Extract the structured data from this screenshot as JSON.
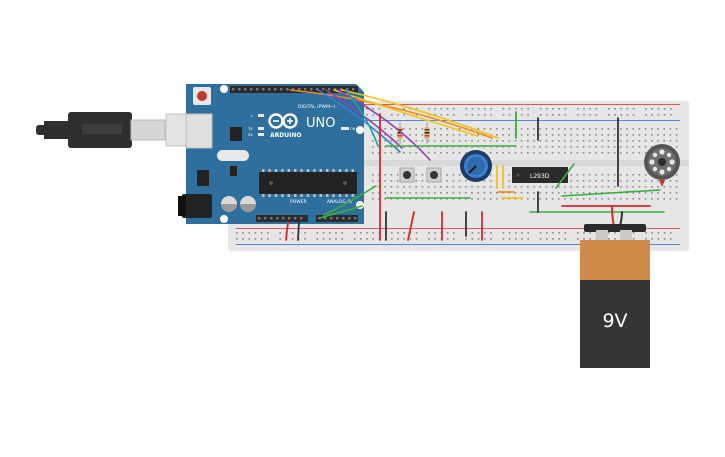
{
  "canvas": {
    "background": "#ffffff"
  },
  "arduino": {
    "logo_text": "ARDUINO",
    "model_label": "UNO",
    "digital_label": "DIGITAL (PWM~)",
    "power_label": "POWER",
    "analog_label": "ANALOG IN",
    "tx_label": "TX",
    "rx_label": "RX",
    "l_label": "L",
    "on_label": "ON",
    "board_color": "#2e6f9e",
    "header_color": "#2b2b2b"
  },
  "usb_cable": {
    "body_color": "#2f2f2f",
    "metal_color": "#d8d8d8"
  },
  "breadboard": {
    "color": "#e6e6e6",
    "rail_red": "#d23b3b",
    "rail_blue": "#3a6fd0"
  },
  "driver_chip": {
    "label": "L293D"
  },
  "battery": {
    "label": "9V",
    "cap_color": "#d08a4a",
    "body_color": "#353535"
  },
  "wire_colors": {
    "red": "#d62a2a",
    "green": "#3cae3c",
    "yellow": "#f0c419",
    "orange": "#f08a1e",
    "purple": "#8e44ad",
    "blue": "#3a7fd0",
    "teal": "#1aa5a5",
    "black": "#333333"
  }
}
